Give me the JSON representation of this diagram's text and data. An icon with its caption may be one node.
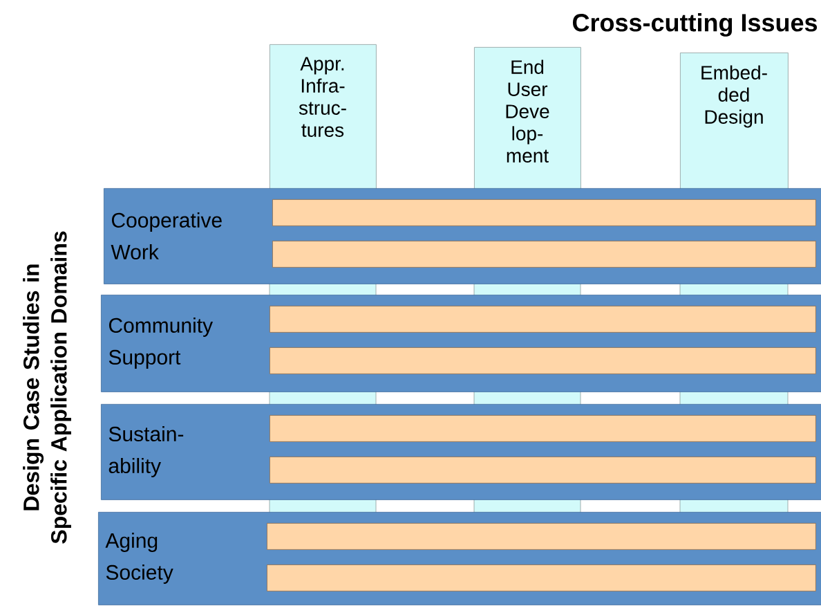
{
  "diagram": {
    "nodes": [
      {
        "text": [
          "Appr. Infra- struc- tures"
        ]
      },
      {
        "text": [
          "End User Deve lop- ment"
        ]
      },
      {
        "text": [
          "Embed- ded Design"
        ]
      },
      {
        "text": [
          "Cooperative Work"
        ]
      },
      {
        "text": [],
        "shape": "bar",
        "in": 3
      },
      {
        "text": [],
        "shape": "bar",
        "in": 3
      },
      {
        "text": [
          "Community Support"
        ]
      },
      {
        "text": [],
        "shape": "bar",
        "in": 6
      },
      {
        "text": [],
        "shape": "bar",
        "in": 6
      },
      {
        "text": [
          "Sustain- ability"
        ]
      },
      {
        "text": [],
        "shape": "bar",
        "in": 9
      },
      {
        "text": [],
        "shape": "bar",
        "in": 9
      },
      {
        "text": [
          "Aging Society"
        ]
      },
      {
        "text": [],
        "shape": "bar",
        "in": 12
      },
      {
        "text": [],
        "shape": "bar",
        "in": 12
      }
    ],
    "labels": [
      "Cross-cutting Issues",
      "Design Case Studies in Specific Application Domains"
    ]
  }
}
